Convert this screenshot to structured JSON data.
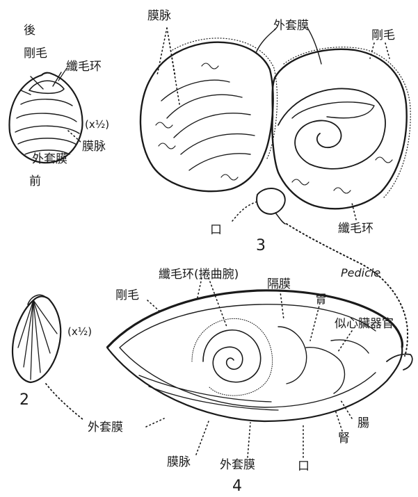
{
  "figure1": {
    "label_top": "後",
    "label_setae": "剛毛",
    "label_lophophore": "纖毛环",
    "label_scale": "(x½)",
    "label_vessel": "膜脉",
    "label_mantle": "外套膜",
    "label_bottom": "前"
  },
  "figure2": {
    "number": "2",
    "label_scale": "(x½)"
  },
  "figure3": {
    "number": "3",
    "label_vessel": "膜脉",
    "label_mantle": "外套膜",
    "label_setae": "剛毛",
    "label_mouth": "口",
    "label_lophophore": "纖毛环",
    "label_pedicle": "Pedicle"
  },
  "figure4": {
    "number": "4",
    "label_lophophore_coiled": "纖毛环(捲曲腕)",
    "label_septum": "隔膜",
    "label_setae": "剛毛",
    "label_stomach": "胃",
    "label_heart_organ": "似心臟器官",
    "label_mantle_left": "外套膜",
    "label_intestine": "腸",
    "label_kidney": "腎",
    "label_vessel": "膜脉",
    "label_mantle_bottom": "外套膜",
    "label_mouth": "口"
  }
}
